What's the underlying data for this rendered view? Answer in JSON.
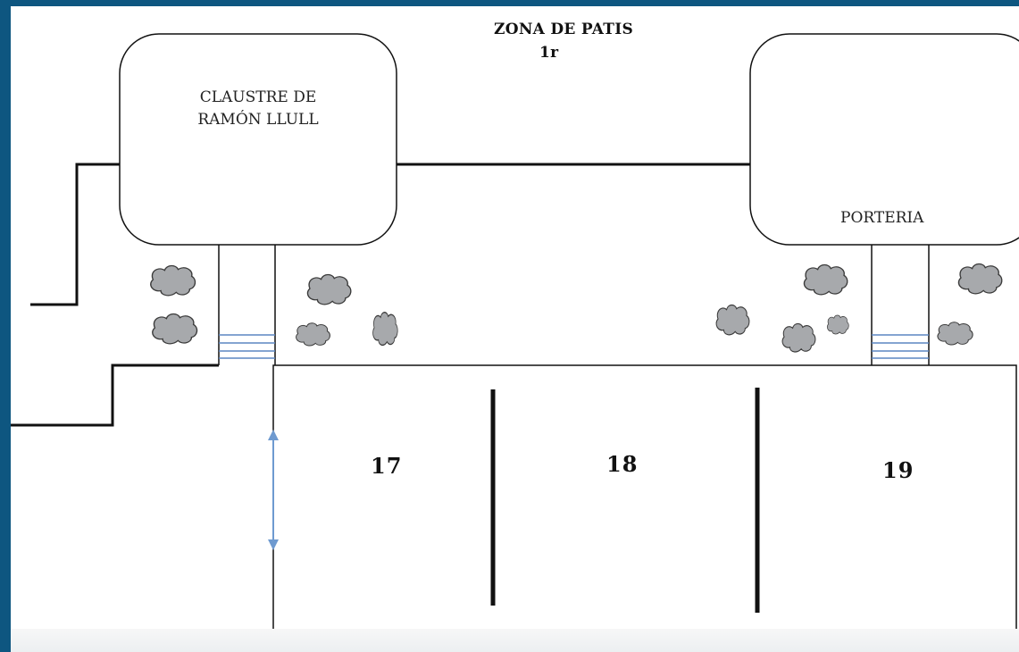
{
  "title": {
    "line1": "ZONA DE PATIS",
    "line2": "1r"
  },
  "cloister": {
    "line1": "CLAUSTRE DE",
    "line2": "RAMÓN LLULL"
  },
  "porteria": {
    "label": "PORTERIA"
  },
  "sections": [
    {
      "number": "17"
    },
    {
      "number": "18"
    },
    {
      "number": "19"
    }
  ],
  "colors": {
    "border": "#0e5680",
    "stairs": "#5b86c2",
    "arrow": "#6e9ad0",
    "bush_fill": "#a7a9ac",
    "bush_stroke": "#3a3a3a"
  }
}
